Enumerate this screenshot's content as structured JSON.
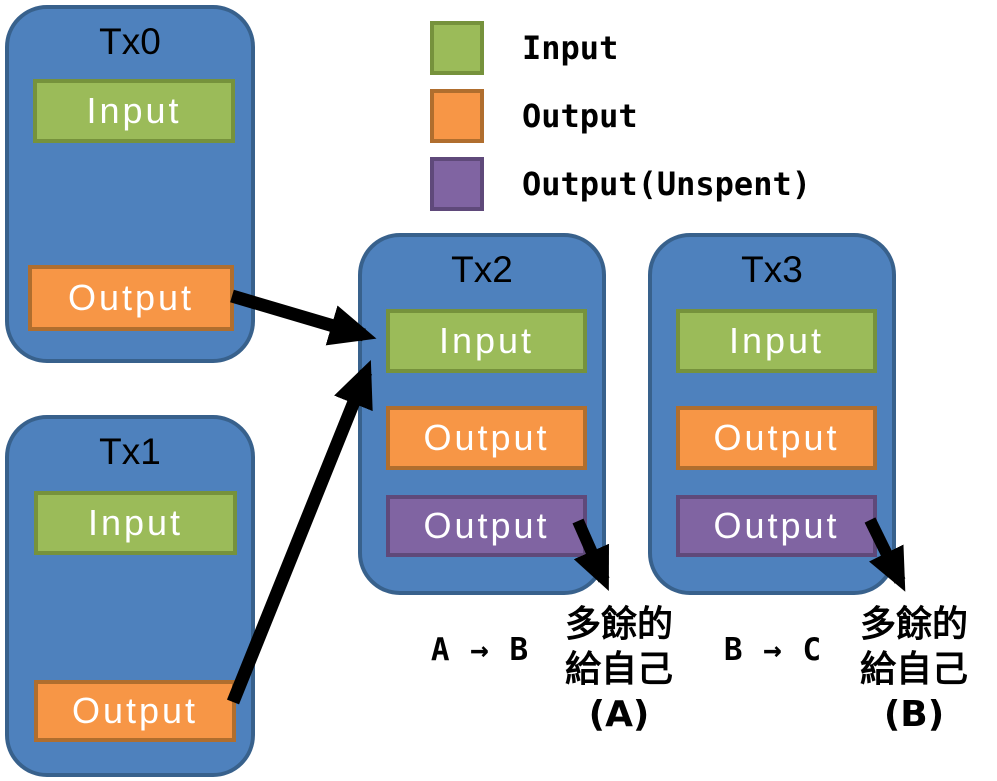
{
  "colors": {
    "tx_box_fill": "#4e81bd",
    "tx_box_border": "#38618c",
    "input_fill": "#9bbb59",
    "input_border": "#76923c",
    "output_fill": "#f79646",
    "output_border": "#b06e2e",
    "unspent_fill": "#8064a2",
    "unspent_border": "#5f497a",
    "arrow": "#000000",
    "slot_text": "#ffffff",
    "title_text": "#000000"
  },
  "legend": {
    "items": [
      {
        "label": "Input",
        "type": "input",
        "color": "#9bbb59"
      },
      {
        "label": "Output",
        "type": "output",
        "color": "#f79646"
      },
      {
        "label": "Output(Unspent)",
        "type": "unspent",
        "color": "#8064a2"
      }
    ]
  },
  "transactions": [
    {
      "id": "tx0",
      "title": "Tx0",
      "slots": [
        {
          "label": "Input",
          "type": "input"
        },
        {
          "label": "Output",
          "type": "output"
        }
      ]
    },
    {
      "id": "tx1",
      "title": "Tx1",
      "slots": [
        {
          "label": "Input",
          "type": "input"
        },
        {
          "label": "Output",
          "type": "output"
        }
      ]
    },
    {
      "id": "tx2",
      "title": "Tx2",
      "slots": [
        {
          "label": "Input",
          "type": "input"
        },
        {
          "label": "Output",
          "type": "output"
        },
        {
          "label": "Output",
          "type": "unspent"
        }
      ]
    },
    {
      "id": "tx3",
      "title": "Tx3",
      "slots": [
        {
          "label": "Input",
          "type": "input"
        },
        {
          "label": "Output",
          "type": "output"
        },
        {
          "label": "Output",
          "type": "unspent"
        }
      ]
    }
  ],
  "annotations": {
    "tx2_transfer": "A → B",
    "tx3_transfer": "B → C",
    "tx2_change": [
      "多餘的",
      "給自己",
      "(A)"
    ],
    "tx3_change": [
      "多餘的",
      "給自己",
      "(B)"
    ]
  },
  "connections": [
    {
      "from": "tx0-output",
      "to": "tx2-input"
    },
    {
      "from": "tx1-output",
      "to": "tx2-input"
    },
    {
      "from": "tx2-output-unspent",
      "to": "tx2-change-note"
    },
    {
      "from": "tx3-output-unspent",
      "to": "tx3-change-note"
    }
  ]
}
